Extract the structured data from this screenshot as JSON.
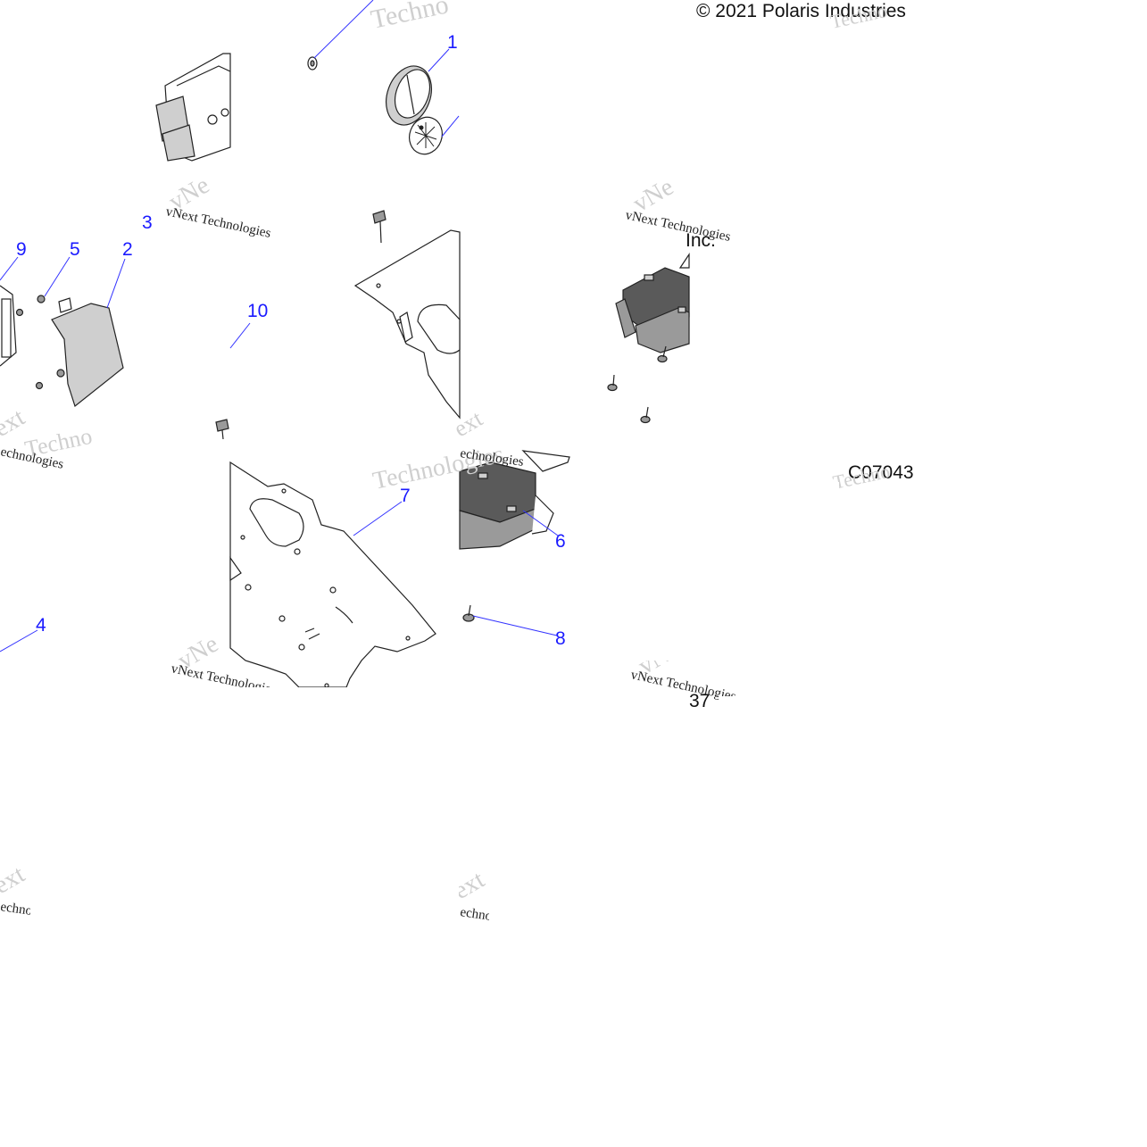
{
  "diagram": {
    "copyright": "© 2021 Polaris Industries",
    "copyright_tail": "Inc.",
    "figure_code": "C07043",
    "page_fragment": "37",
    "callouts": [
      "1",
      "2",
      "3",
      "4",
      "5",
      "6",
      "7",
      "8",
      "9",
      "10"
    ],
    "watermark": {
      "brand": "vNext Technologies",
      "brand_short": "vNe",
      "word_tech": "Technologies",
      "word_next": "ext",
      "word_techno": "Techno",
      "word_echno": "echnologies"
    }
  }
}
